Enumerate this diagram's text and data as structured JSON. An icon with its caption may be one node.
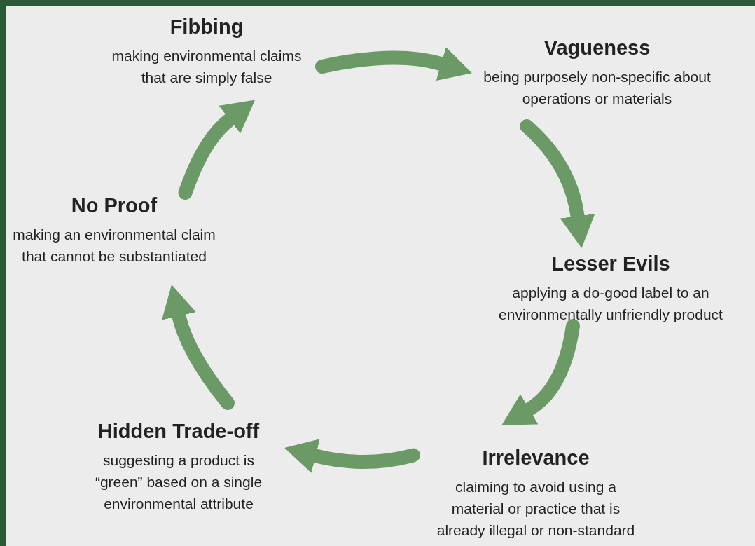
{
  "diagram": {
    "nodes": [
      {
        "text": [
          "Fibbing",
          "making environmental claims that are simply false"
        ]
      },
      {
        "text": [
          "Vagueness",
          "being purposely non-specific about operations or materials"
        ]
      },
      {
        "text": [
          "Lesser Evils",
          "applying a do-good label to an environmentally unfriendly product"
        ]
      },
      {
        "text": [
          "Irrelevance",
          "claiming to avoid using a material or practice that is already illegal or non-standard"
        ]
      },
      {
        "text": [
          "Hidden Trade-off",
          "suggesting a product is “green” based on a single environmental attribute"
        ]
      },
      {
        "text": [
          "No Proof",
          "making an environmental claim that cannot be substantiated"
        ]
      }
    ],
    "edges": [
      {
        "from": 0,
        "to": 1,
        "arrow": "to"
      },
      {
        "from": 1,
        "to": 2,
        "arrow": "to"
      },
      {
        "from": 2,
        "to": 3,
        "arrow": "to"
      },
      {
        "from": 3,
        "to": 4,
        "arrow": "to"
      },
      {
        "from": 4,
        "to": 5,
        "arrow": "to"
      },
      {
        "from": 5,
        "to": 0,
        "arrow": "to"
      }
    ]
  }
}
